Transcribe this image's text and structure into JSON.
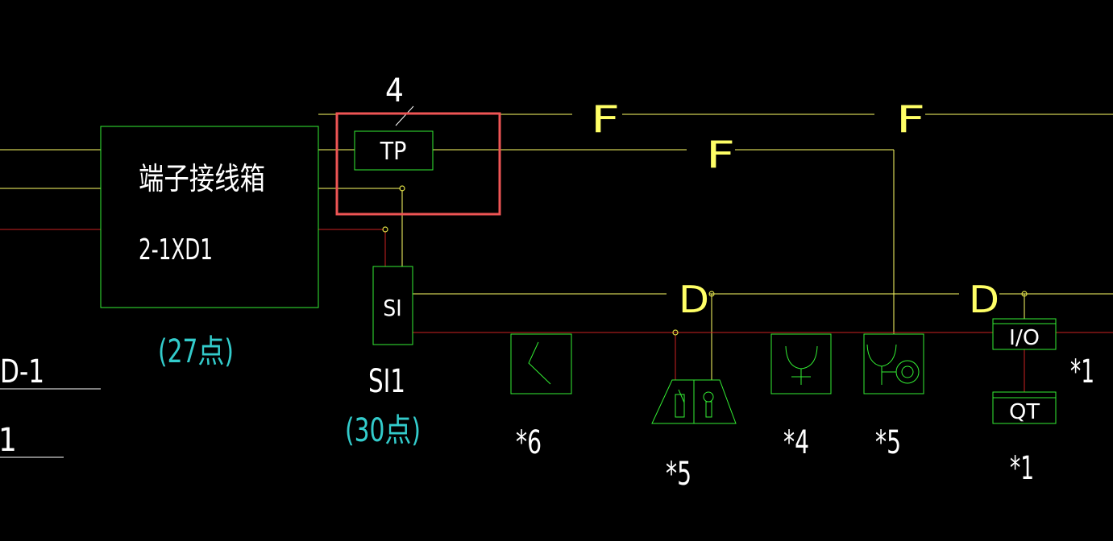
{
  "colors": {
    "background": "#000000",
    "yellow_line": "#ffff66",
    "red_line": "#cc2222",
    "green_symbol": "#33ee33",
    "white_text": "#ffffff",
    "cyan_text": "#33cccc",
    "highlight": "#ee5555",
    "node": "#dddd44"
  },
  "terminal_box": {
    "title": "端子接线箱",
    "code": "2-1XD1",
    "points": "(27点)"
  },
  "left_labels": {
    "top": "D-1",
    "bottom": "1"
  },
  "tp_block": {
    "label": "TP",
    "cable_count": "4"
  },
  "fiber_labels": [
    "F",
    "F",
    "F"
  ],
  "distributor_labels": [
    "D",
    "D"
  ],
  "si_block": {
    "label": "SI",
    "name": "SI1",
    "points": "(30点)"
  },
  "io_block": {
    "label": "I/O",
    "count": "*1"
  },
  "qt_block": {
    "label": "QT",
    "count": "*1"
  },
  "devices": [
    {
      "icon": "zigzag-detector-icon",
      "count": "*6"
    },
    {
      "icon": "speaker-trapezoid-icon",
      "count": "*5"
    },
    {
      "icon": "fork-sensor-icon",
      "count": "*4"
    },
    {
      "icon": "fork-lens-sensor-icon",
      "count": "*5"
    }
  ]
}
